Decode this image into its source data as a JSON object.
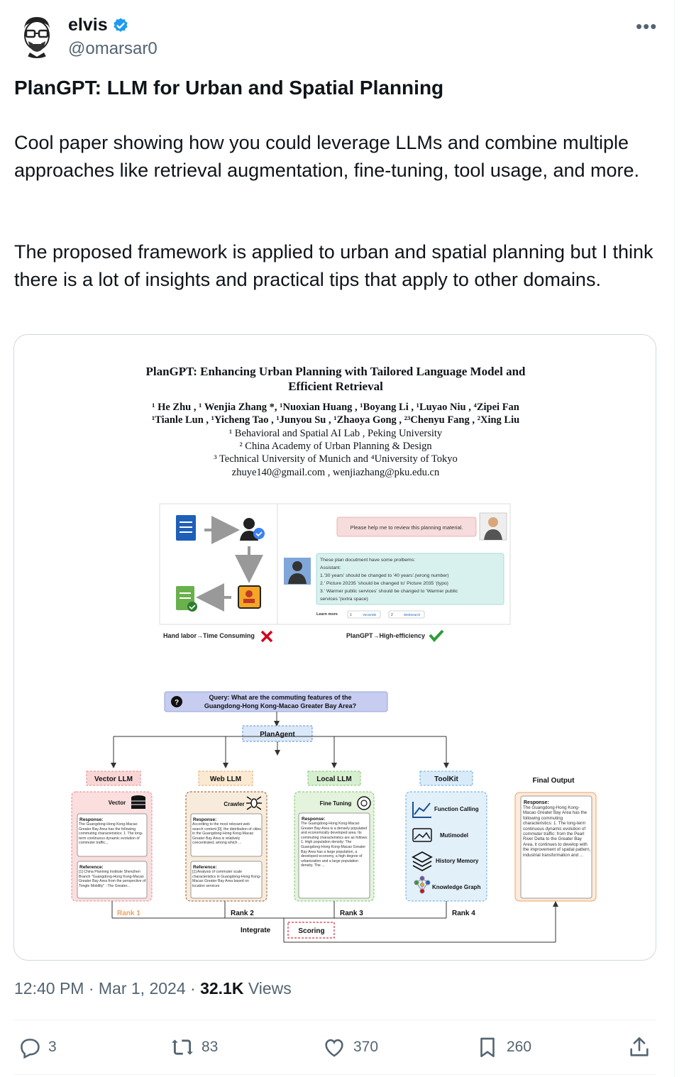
{
  "author": {
    "name": "elvis",
    "handle": "@omarsar0",
    "verified_color": "#1d9bf0"
  },
  "tweet": {
    "title": "PlanGPT: LLM for Urban and Spatial Planning",
    "paragraph1": "Cool paper showing how you could leverage LLMs and combine multiple approaches like retrieval augmentation, fine-tuning, tool usage, and more.",
    "paragraph2": "The proposed framework is applied to urban and spatial planning but I think there is a lot of insights and practical tips that apply to other domains."
  },
  "paper": {
    "title_line1": "PlanGPT: Enhancing Urban Planning with Tailored Language Model and",
    "title_line2": "Efficient Retrieval",
    "authors_line1": "¹ He Zhu , ¹ Wenjia Zhang *, ¹Nuoxian Huang , ¹Boyang Li , ¹Luyao Niu , ⁴Zipei Fan",
    "authors_line2": "¹Tianle Lun , ¹Yicheng Tao , ¹Junyou Su , ¹Zhaoya Gong , ²³Chenyu Fang , ²Xing Liu",
    "affil1": "¹ Behavioral and Spatial AI Lab , Peking University",
    "affil2": "² China Academy of Urban Planning & Design",
    "affil3": "³ Technical University of Munich  and  ⁴University of Tokyo",
    "emails": "zhuye140@gmail.com , wenjiazhang@pku.edu.cn"
  },
  "figure_top": {
    "user_request": "Please help me to review this planning material.",
    "assistant_lines": [
      "These plan docutment have some prolbems:",
      "Assistant:",
      "1.'30 years' should be changed to '40 years'.(wrong number)",
      "2.' Picture 20235 'should be changed to' Picture 2035 '(typo)",
      "3.' Warmer    public services' should be changed to 'Warmer public",
      "services '(extra space)"
    ],
    "learn_more": "Learn more",
    "ref1": "VectorDB",
    "ref2": "WebSearch",
    "ref1_num": "1",
    "ref2_num": "2",
    "caption_left": "Hand labor→Time Consuming",
    "caption_right": "PlanGPT→High-efficiency"
  },
  "figure_bottom": {
    "query_line1": "Query: What are the commuting features of the",
    "query_line2": "Guangdong-Hong Kong-Macao Greater Bay Area?",
    "planagent": "PlanAgent",
    "vector_llm": "Vector LLM",
    "web_llm": "Web LLM",
    "local_llm": "Local LLM",
    "toolkit": "ToolKit",
    "final_output": "Final Output",
    "vector": "Vector",
    "crawler": "Crawler",
    "fine_tuning": "Fine Tuning",
    "response": "Response:",
    "reference": "Reference:",
    "vector_response": "The Guangdong-Hong Kong-Macao Greater Bay Area has the following commuting characteristics: 1. The long-term continuous dynamic evolution of commuter traffic...",
    "vector_reference": "[1] China Planning Institute Shenzhen Branch \"Guangdong-Hong Kong-Macao Greater Bay Area from the perspective of Tongle Mobility\" : The Greater...",
    "web_response": "According to the most relevant web search content [0], the distribution of cities in the Guangdong-Hong Kong-Macao Greater Bay Area is relatively concentrated, among which ...",
    "web_reference": "[1] Analysis of commuter scale characteristics in Guangdong-Hong Kong-Macao Greater Bay Area based on location services",
    "local_response": "The Guangdong-Hong Kong-Macao Greater Bay Area is a densely populated and economically developed area. Its commuting characteristics are as follows: 1. High population density: The Guangdong-Hong Kong-Macao Greater Bay Area has a large population, a developed economy, a high degree of urbanization and a large population density. The ...",
    "final_response": "The Guangdong-Hong Kong-Macao Greater Bay Area has the following commuting characteristics: 1. The long-term continuous dynamic evolution of commuter traffic: from the Pearl River Delta to the Greater Bay Area, it continues to develop with the improvement of spatial pattern, industrial transformation and ...",
    "tool_function": "Function Calling",
    "tool_multimodel": "Mutimodel",
    "tool_history": "History Memory",
    "tool_kg": "Knowledge Graph",
    "rank1": "Rank 1",
    "rank2": "Rank 2",
    "rank3": "Rank 3",
    "rank4": "Rank 4",
    "integrate": "Integrate",
    "scoring": "Scoring"
  },
  "meta": {
    "time": "12:40 PM · Mar 1, 2024 · ",
    "views_count": "32.1K",
    "views_label": " Views"
  },
  "actions": {
    "replies": "3",
    "reposts": "83",
    "likes": "370",
    "bookmarks": "260"
  }
}
